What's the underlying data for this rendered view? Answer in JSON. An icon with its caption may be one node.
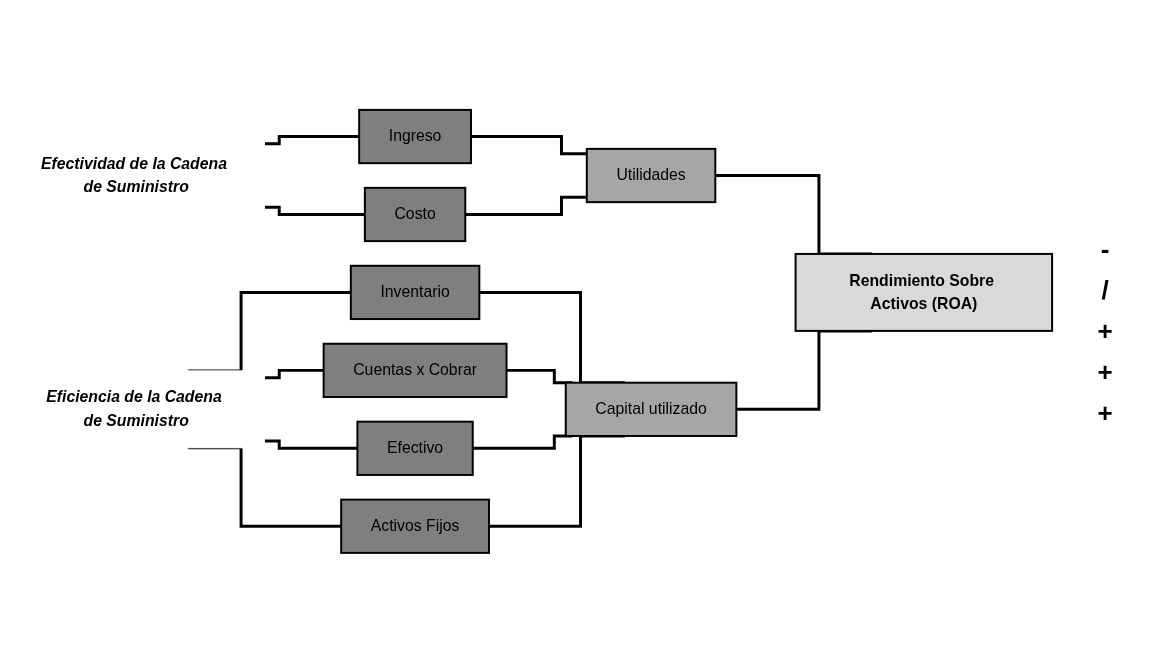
{
  "diagram": {
    "nodes": [
      {
        "text": [
          "Efectividad de la Cadena de Suministro"
        ]
      },
      {
        "text": [
          "Ingreso"
        ]
      },
      {
        "text": [
          "Costo"
        ]
      },
      {
        "text": [
          "Utilidades"
        ]
      },
      {
        "text": [
          "Rendimiento Sobre Activos (ROA)"
        ]
      },
      {
        "text": [
          "Eficiencia de la Cadena de Suministro"
        ]
      },
      {
        "text": [
          "Inventario"
        ]
      },
      {
        "text": [
          "Cuentas x Cobrar"
        ]
      },
      {
        "text": [
          "Efectivo"
        ]
      },
      {
        "text": [
          "Activos Fijos"
        ]
      },
      {
        "text": [
          "Capital utilizado"
        ]
      }
    ],
    "edges": [
      {
        "from": 0,
        "to": 1,
        "arrow": "none"
      },
      {
        "from": 0,
        "to": 2,
        "arrow": "none"
      },
      {
        "from": 1,
        "to": 3,
        "arrow": "none"
      },
      {
        "from": 2,
        "to": 3,
        "arrow": "none"
      },
      {
        "from": 3,
        "to": 4,
        "arrow": "none"
      },
      {
        "from": 5,
        "to": 6,
        "arrow": "none"
      },
      {
        "from": 5,
        "to": 7,
        "arrow": "none"
      },
      {
        "from": 5,
        "to": 8,
        "arrow": "none"
      },
      {
        "from": 5,
        "to": 9,
        "arrow": "none"
      },
      {
        "from": 6,
        "to": 10,
        "arrow": "none"
      },
      {
        "from": 7,
        "to": 10,
        "arrow": "none"
      },
      {
        "from": 8,
        "to": 10,
        "arrow": "none"
      },
      {
        "from": 9,
        "to": 10,
        "arrow": "none"
      },
      {
        "from": 10,
        "to": 4,
        "arrow": "none"
      }
    ],
    "labels": [
      "-",
      "/",
      "+",
      "+",
      "+"
    ]
  }
}
